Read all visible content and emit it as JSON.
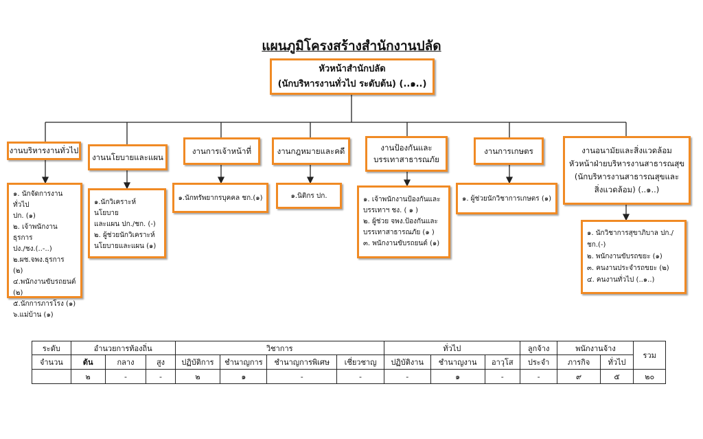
{
  "title": "แผนภูมิโครงสร้างสำนักงานปลัด",
  "head": {
    "line1": "หัวหน้าสำนักปลัด",
    "line2": "(นักบริหารงานทั่วไป ระดับต้น) (..๑..)"
  },
  "departments": [
    {
      "name": [
        "งานบริหารงานทั่วไป"
      ],
      "staff": [
        "๑. นักจัดการงานทั่วไป",
        "ปก. (๑)",
        "๒. เจ้าพนักงานธุรการ",
        "ปง./ชง.(..-..)",
        "๒.ผช.จพง.ธุรการ (๒)",
        "๔.พนักงานขับรถยนต์",
        "(๒)",
        "๕.นักการภารโรง (๑)",
        "๖.แม่บ้าน (๑)"
      ]
    },
    {
      "name": [
        "งานนโยบายและแผน"
      ],
      "staff": [
        "๑.นักวิเคราะห์นโยบาย",
        "และแผน ปก./ชก. (-)",
        "๒. ผู้ช่วยนักวิเคราะห์",
        "นโยบายและแผน (๑)"
      ]
    },
    {
      "name": [
        "งานการเจ้าหน้าที่"
      ],
      "staff": [
        "๑.นักทรัพยากรบุคคล ชก.(๑)"
      ]
    },
    {
      "name": [
        "งานกฎหมายและคดี"
      ],
      "staff": [
        "๑.นิติกร ปก."
      ]
    },
    {
      "name": [
        "งานป้องกันและ",
        "บรรเทาสาธารณภัย"
      ],
      "staff": [
        "๑. เจ้าพนักงานป้องกันและ",
        "บรรเทาฯ ชง. ( ๑ )",
        "๒. ผู้ช่วย จพง.ป้องกันและ",
        "บรรเทาสาธารณภัย (๑ )",
        "๓. พนักงานขับรถยนต์ (๑)"
      ]
    },
    {
      "name": [
        "งานการเกษตร"
      ],
      "staff": [
        "๑. ผู้ช่วยนักวิชาการเกษตร (๑)"
      ]
    },
    {
      "name": [
        "งานอนามัยและสิ่งแวดล้อม",
        "หัวหน้าฝ่ายบริหารงานสาธารณสุข",
        "(นักบริหารงานสาธารณสุขและ",
        "สิ่งแวดล้อม) (..๑..)"
      ],
      "staff": [
        "๑. นักวิชาการสุขาภิบาล ปก./",
        "ชก.(-)",
        "๒. พนักงานขับรถขยะ (๑)",
        "๓. คนงานประจำรถขยะ (๒)",
        "๔. คนงานทั่วไป (..๑..)"
      ]
    }
  ],
  "summary": {
    "row1": [
      "ระดับ",
      "อำนวยการท้องถิ่น",
      "วิชาการ",
      "ทั่วไป",
      "ลูกจ้าง",
      "พนักงานจ้าง",
      "รวม"
    ],
    "row2": [
      "จำนวน",
      "ต้น",
      "กลาง",
      "สูง",
      "ปฏิบัติการ",
      "ชำนาญการ",
      "ชำนาญการพิเศษ",
      "เชี่ยวชาญ",
      "ปฏิบัติงาน",
      "ชำนาญงาน",
      "อาวุโส",
      "ประจำ",
      "ภารกิจ",
      "ทั่วไป"
    ],
    "row3": [
      "๒",
      "-",
      "-",
      "๒",
      "๑",
      "-",
      "-",
      "-",
      "๑",
      "-",
      "-",
      "๙",
      "๕",
      "๒๐"
    ]
  }
}
